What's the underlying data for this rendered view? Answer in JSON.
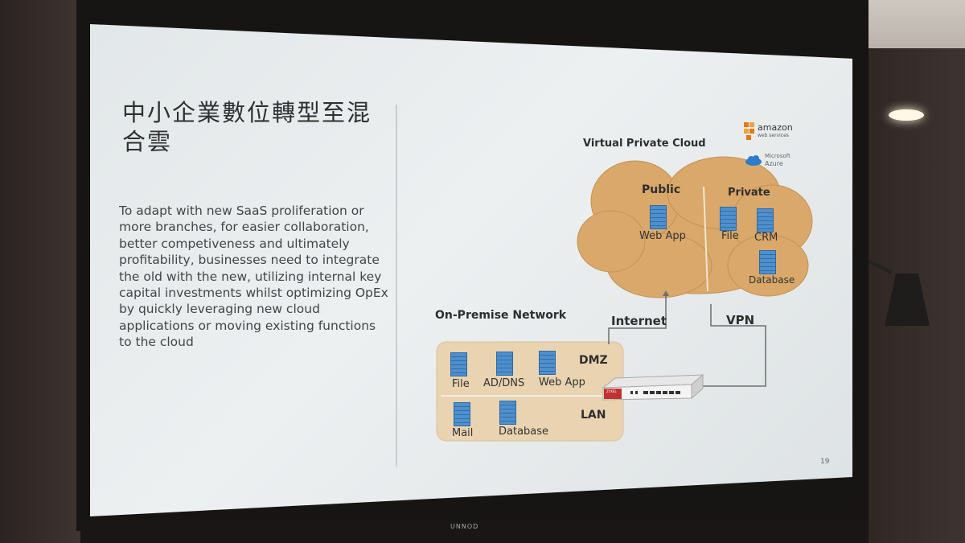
{
  "slide": {
    "title": "中小企業數位轉型至混合雲",
    "body": "To adapt with new SaaS proliferation or more branches, for easier collaboration, better competiveness and ultimately profitability, businesses need to integrate the old with the new, utilizing internal key capital investments whilst optimizing OpEx by quickly leveraging new cloud applications or moving existing functions to the cloud",
    "page_number": "19"
  },
  "diagram": {
    "vpc_label": "Virtual Private Cloud",
    "public_label": "Public",
    "private_label": "Private",
    "public_items": [
      "Web App"
    ],
    "private_items": [
      "File",
      "CRM",
      "Database"
    ],
    "onprem_label": "On-Premise Network",
    "internet_label": "Internet",
    "vpn_label": "VPN",
    "dmz_label": "DMZ",
    "lan_label": "LAN",
    "dmz_items": [
      "File",
      "AD/DNS",
      "Web App"
    ],
    "lan_items": [
      "Mail",
      "Database"
    ],
    "firewall_brand": "ZYXEL",
    "cloud_color": "#d9a86a",
    "onprem_color": "#e9d3b1"
  },
  "logos": {
    "aws_name": "amazon",
    "aws_sub": "web services",
    "azure_brand": "Microsoft",
    "azure_name": "Azure"
  },
  "room": {
    "projector_brand": "UNNOD"
  }
}
